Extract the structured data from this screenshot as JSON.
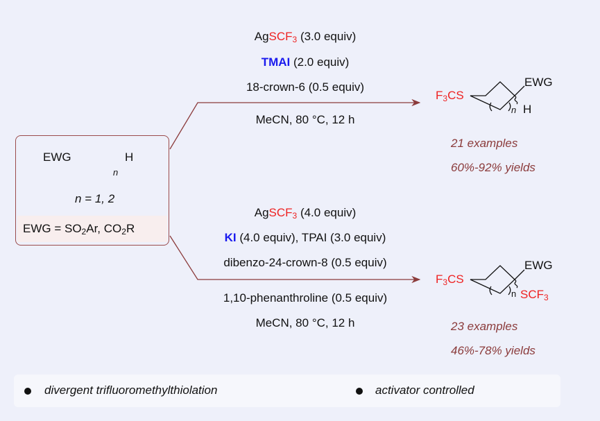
{
  "starting_material": {
    "ewg_label": "EWG",
    "h_label": "H",
    "n_label": "n",
    "n_values": "n = 1, 2",
    "ewg_def_prefix": "EWG = SO",
    "ewg_def_mid": "Ar, CO",
    "ewg_def_suffix": "R",
    "sub2": "2"
  },
  "top_conditions": {
    "line1_prefix": "Ag",
    "line1_red": "SCF",
    "line1_sub": "3",
    "line1_suffix": " (3.0 equiv)",
    "line2_blue": "TMAI",
    "line2_suffix": " (2.0 equiv)",
    "line3": "18-crown-6 (0.5 equiv)",
    "line4": "MeCN, 80 °C, 12 h"
  },
  "top_product": {
    "scf3_prefix": "F",
    "scf3_sub": "3",
    "scf3_suffix": "CS",
    "ewg": "EWG",
    "h": "H",
    "n": "n",
    "examples": "21 examples",
    "yields": "60%-92% yields"
  },
  "bottom_conditions": {
    "line1_prefix": "Ag",
    "line1_red": "SCF",
    "line1_sub": "3",
    "line1_suffix": " (4.0 equiv)",
    "line2_blue": "KI",
    "line2_suffix": " (4.0 equiv), TPAI (3.0 equiv)",
    "line3": "dibenzo-24-crown-8 (0.5 equiv)",
    "line4": "1,10-phenanthroline (0.5 equiv)",
    "line5": "MeCN, 80 °C, 12 h"
  },
  "bottom_product": {
    "scf3_prefix": "F",
    "scf3_sub": "3",
    "scf3_suffix": "CS",
    "ewg": "EWG",
    "scf3b_prefix": "SCF",
    "scf3b_sub": "3",
    "n": "n",
    "examples": "23 examples",
    "yields": "46%-78% yields"
  },
  "footer": {
    "point1": "divergent trifluoromethylthiolation",
    "point2": "activator controlled"
  },
  "colors": {
    "red": "#ee2222",
    "blue": "#1a1aee",
    "arrow": "#8b3b3b",
    "background": "#eef0fa"
  }
}
